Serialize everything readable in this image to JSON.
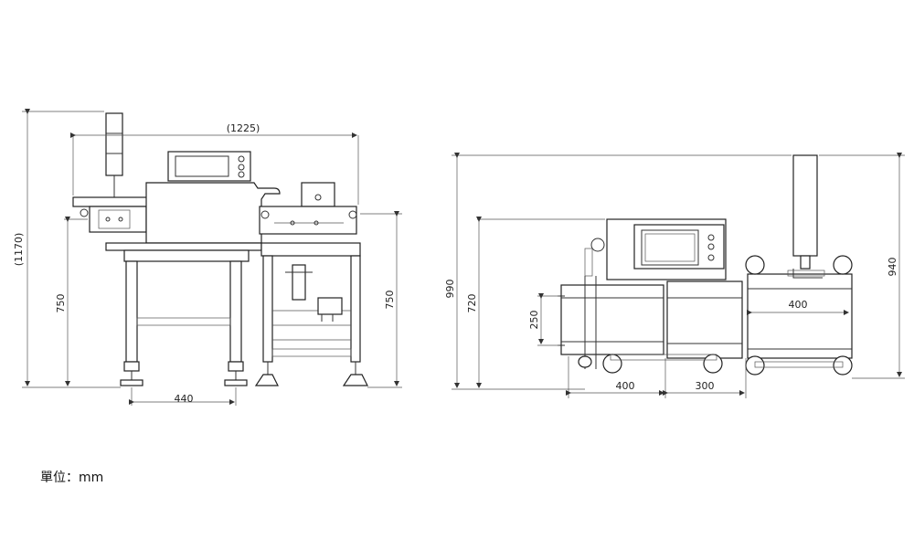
{
  "front_view": {
    "overall_width": "(1225)",
    "overall_height": "(1170)",
    "frame_height_left": "750",
    "frame_height_right": "750",
    "leg_spacing": "440"
  },
  "side_view": {
    "height_990": "990",
    "height_720": "720",
    "height_940": "940",
    "conveyor_width": "250",
    "infeed_length": "400",
    "weigh_length": "300",
    "outfeed_length": "400"
  },
  "unit_label": "單位：mm"
}
